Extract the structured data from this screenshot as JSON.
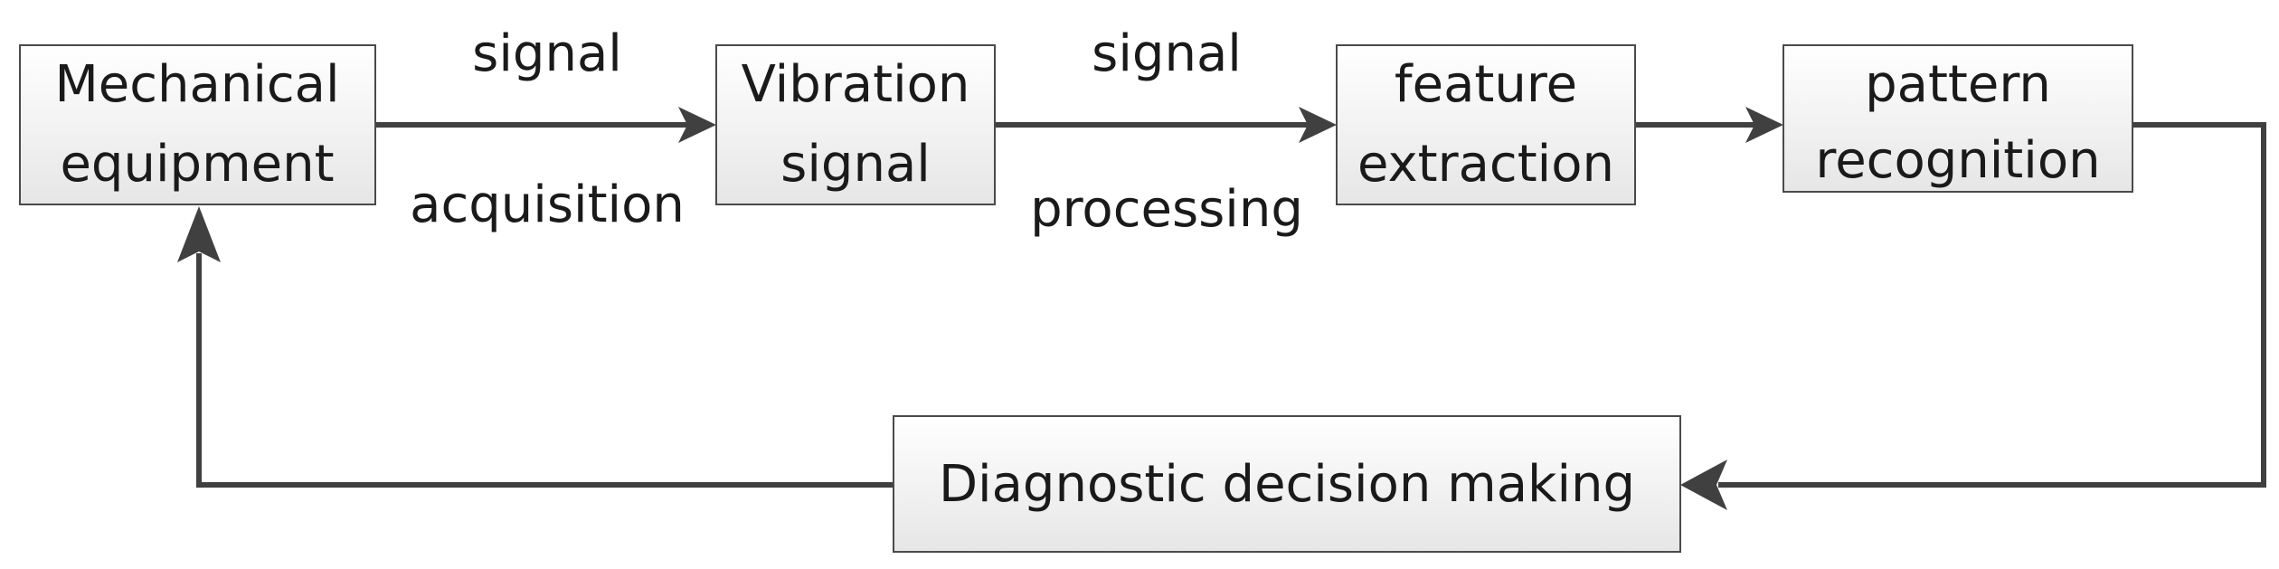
{
  "nodes": {
    "mechanical_equipment": {
      "line1": "Mechanical",
      "line2": "equipment"
    },
    "vibration_signal": {
      "line1": "Vibration",
      "line2": "signal"
    },
    "feature_extraction": {
      "line1": "feature",
      "line2": "extraction"
    },
    "pattern_recognition": {
      "line1": "pattern",
      "line2": "recognition"
    },
    "diagnostic_decision": {
      "label": "Diagnostic decision making"
    }
  },
  "edges": {
    "acquisition": {
      "top": "signal",
      "bottom": "acquisition"
    },
    "processing": {
      "top": "signal",
      "bottom": "processing"
    }
  },
  "colors": {
    "box_fill_top": "#ffffff",
    "box_fill_bottom": "#e6e6e6",
    "box_border": "#4a4a4a",
    "connector": "#404040"
  }
}
